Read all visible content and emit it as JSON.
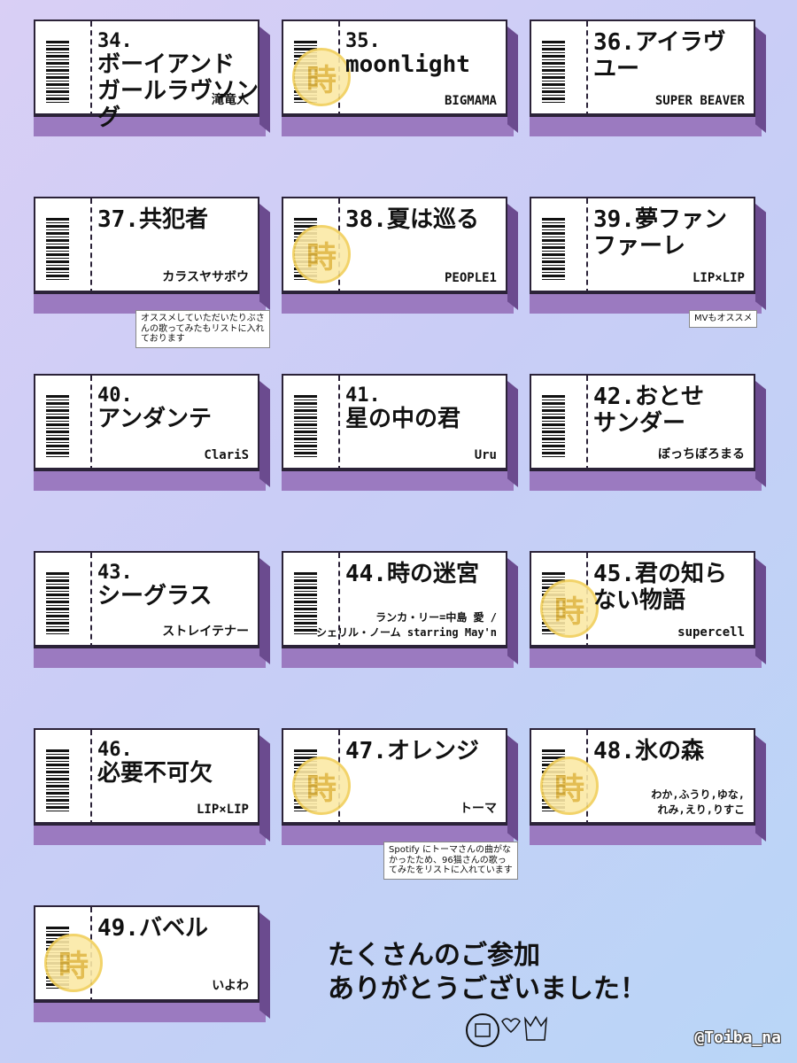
{
  "tickets": [
    {
      "title": "34.\nボーイアンド\nガールラヴソング",
      "artist": "滝竜人",
      "note": "",
      "stamp": false
    },
    {
      "title": "35.\nmoonlight",
      "artist": "BIGMAMA",
      "note": "",
      "stamp": true
    },
    {
      "title": "36.アイラヴ\nユー",
      "artist": "SUPER BEAVER",
      "note": "",
      "stamp": false
    },
    {
      "title": "37.共犯者",
      "artist": "カラスヤサボウ",
      "note": "オススメしていただいたりぶさんの歌ってみたもリストに入れております",
      "stamp": false
    },
    {
      "title": "38.夏は巡る",
      "artist": "PEOPLE1",
      "note": "",
      "stamp": true
    },
    {
      "title": "39.夢ファン\nファーレ",
      "artist": "LIP×LIP",
      "note": "MVもオススメ",
      "stamp": false
    },
    {
      "title": "40.\nアンダンテ",
      "artist": "ClariS",
      "note": "",
      "stamp": false
    },
    {
      "title": "41.\n星の中の君",
      "artist": "Uru",
      "note": "",
      "stamp": false
    },
    {
      "title": "42.おとせ\nサンダー",
      "artist": "ぼっちぼろまる",
      "note": "",
      "stamp": false
    },
    {
      "title": "43.\nシーグラス",
      "artist": "ストレイテナー",
      "note": "",
      "stamp": false
    },
    {
      "title": "44.時の迷宮",
      "artist": "ランカ・リー=中島 愛 /\nシェリル・ノーム starring May'n",
      "note": "",
      "stamp": false
    },
    {
      "title": "45.君の知ら\nない物語",
      "artist": "supercell",
      "note": "",
      "stamp": true
    },
    {
      "title": "46.\n必要不可欠",
      "artist": "LIP×LIP",
      "note": "",
      "stamp": false
    },
    {
      "title": "47.オレンジ",
      "artist": "トーマ",
      "note": "Spotify にトーマさんの曲がなかったため、96猫さんの歌ってみたをリストに入れています",
      "stamp": true
    },
    {
      "title": "48.氷の森",
      "artist": "わか,ふうり,ゆな,\nれみ,えり,りすこ",
      "note": "",
      "stamp": true
    },
    {
      "title": "49.バベル",
      "artist": "いよわ",
      "note": "",
      "stamp": true
    }
  ],
  "stamp_glyph": "時",
  "thanks_line1": "たくさんのご参加",
  "thanks_line2": "ありがとうございました！",
  "handle": "@Toiba_na"
}
